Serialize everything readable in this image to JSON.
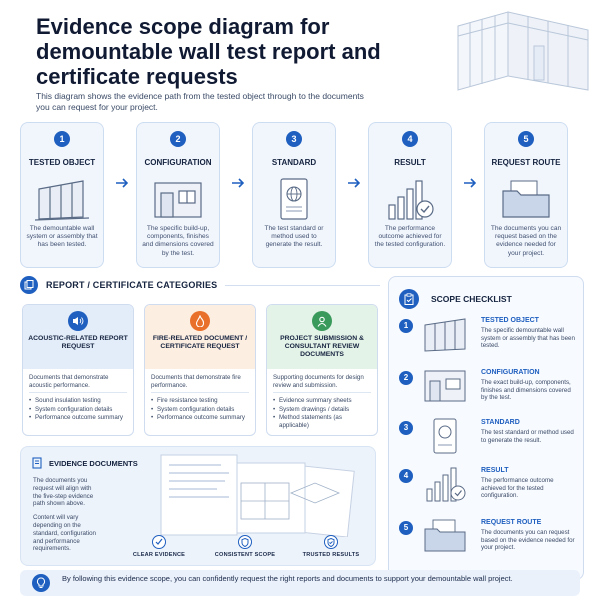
{
  "header": {
    "title": "Evidence scope diagram for demountable wall test report and certificate requests",
    "intro": "This diagram shows the evidence path from the tested object through to the documents you can request for your project."
  },
  "steps": [
    {
      "num": "1",
      "label": "TESTED OBJECT",
      "icon": "wall-panel-icon",
      "desc": "The demountable wall system or assembly that has been tested."
    },
    {
      "num": "2",
      "label": "CONFIGURATION",
      "icon": "room-configuration-icon",
      "desc": "The specific build-up, components, finishes and dimensions covered by the test."
    },
    {
      "num": "3",
      "label": "STANDARD",
      "icon": "standard-document-icon",
      "desc": "The test standard or method used to generate the result."
    },
    {
      "num": "4",
      "label": "RESULT",
      "icon": "bar-chart-check-icon",
      "desc": "The performance outcome achieved for the tested configuration."
    },
    {
      "num": "5",
      "label": "REQUEST ROUTE",
      "icon": "folder-icon",
      "desc": "The documents you can request based on the evidence needed for your project."
    }
  ],
  "categories": {
    "heading": "REPORT / CERTIFICATE CATEGORIES",
    "items": [
      {
        "title": "ACOUSTIC-RELATED REPORT REQUEST",
        "icon": "speaker-icon",
        "color": "#1f5fbf",
        "band": "#e3edfa",
        "desc": "Documents that demonstrate acoustic performance.",
        "bullets": [
          "Sound insulation testing",
          "System configuration details",
          "Performance outcome summary"
        ]
      },
      {
        "title": "FIRE-RELATED DOCUMENT / CERTIFICATE REQUEST",
        "icon": "flame-icon",
        "color": "#e8702a",
        "band": "#fdeee2",
        "desc": "Documents that demonstrate fire performance.",
        "bullets": [
          "Fire resistance testing",
          "System configuration details",
          "Performance outcome summary"
        ]
      },
      {
        "title": "PROJECT SUBMISSION & CONSULTANT REVIEW DOCUMENTS",
        "icon": "user-icon",
        "color": "#3a9a5b",
        "band": "#e4f3e8",
        "desc": "Supporting documents for design review and submission.",
        "bullets": [
          "Evidence summary sheets",
          "System drawings / details",
          "Method statements (as applicable)"
        ]
      }
    ]
  },
  "evidence": {
    "heading": "EVIDENCE DOCUMENTS",
    "text1": "The documents you request will align with the five-step evidence path shown above.",
    "text2": "Content will vary depending on the standard, configuration and performance requirements.",
    "badges": [
      "CLEAR EVIDENCE",
      "CONSISTENT SCOPE",
      "TRUSTED RESULTS"
    ]
  },
  "checklist": {
    "heading": "SCOPE CHECKLIST",
    "items": [
      {
        "num": "1",
        "title": "TESTED OBJECT",
        "desc": "The specific demountable wall system or assembly that has been tested."
      },
      {
        "num": "2",
        "title": "CONFIGURATION",
        "desc": "The exact build-up, components, finishes and dimensions covered by the test."
      },
      {
        "num": "3",
        "title": "STANDARD",
        "desc": "The test standard or method used to generate the result."
      },
      {
        "num": "4",
        "title": "RESULT",
        "desc": "The performance outcome achieved for the tested configuration."
      },
      {
        "num": "5",
        "title": "REQUEST ROUTE",
        "desc": "The documents you can request based on the evidence needed for your project."
      }
    ]
  },
  "footer": {
    "text": "By following this evidence scope, you can confidently request the right reports and documents to support your demountable wall project."
  },
  "colors": {
    "accent": "#1f5fbf",
    "fire": "#e8702a",
    "project": "#3a9a5b"
  }
}
